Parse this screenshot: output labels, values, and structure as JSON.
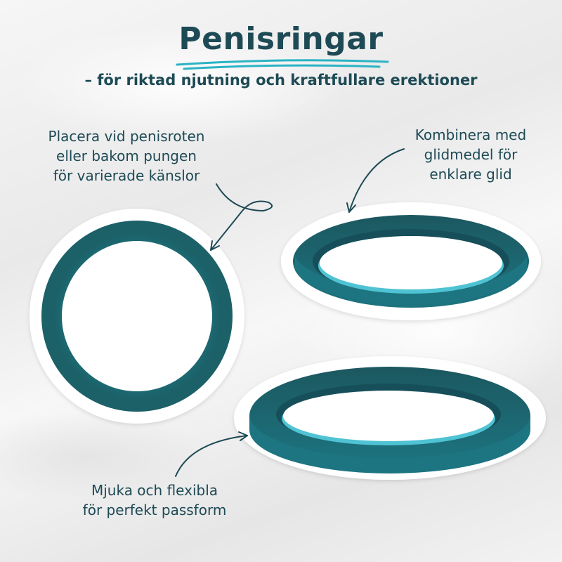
{
  "title": "Penisringar",
  "subtitle": "– för riktad njutning och kraftfullare erektioner",
  "callouts": {
    "top_left": [
      "Placera vid penisroten",
      "eller bakom pungen",
      "för varierade känslor"
    ],
    "top_right": [
      "Kombinera med",
      "glidmedel för",
      "enklare glid"
    ],
    "bottom_left": [
      "Mjuka och flexibla",
      "för perfekt passform"
    ]
  },
  "colors": {
    "ring": "#1e6f78",
    "ring_dark": "#17525a",
    "ring_inner_highlight": "#4fc3d3",
    "text": "#1d4a55",
    "underline": "#2ab3c4"
  }
}
